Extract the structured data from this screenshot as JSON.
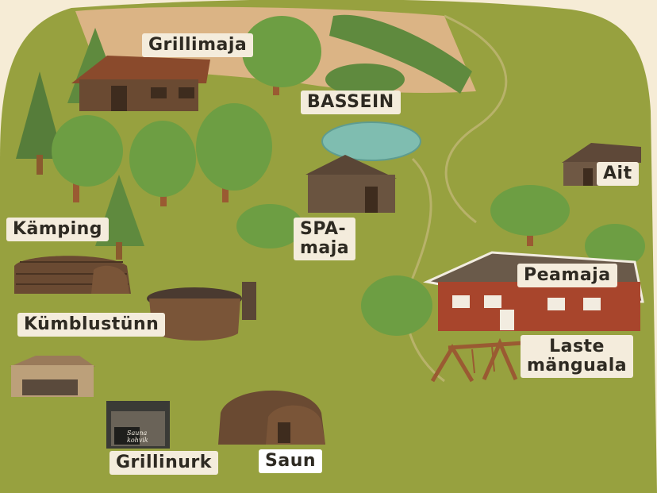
{
  "map": {
    "places": [
      {
        "id": "grillimaja",
        "label": "Grillimaja"
      },
      {
        "id": "bassein",
        "label": "BASSEIN"
      },
      {
        "id": "spa",
        "label_lines": [
          "SPA-",
          "maja"
        ]
      },
      {
        "id": "ait",
        "label": "Ait"
      },
      {
        "id": "kamping",
        "label": "Kämping"
      },
      {
        "id": "kumblustunn",
        "label": "Kümblustünn"
      },
      {
        "id": "peamaja",
        "label": "Peamaja"
      },
      {
        "id": "laste",
        "label_lines": [
          "Laste",
          "mänguala"
        ]
      },
      {
        "id": "grillinurk",
        "label": "Grillinurk"
      },
      {
        "id": "saun",
        "label": "Saun"
      }
    ],
    "sign_text": [
      "Sauna",
      "kohvik"
    ],
    "colors": {
      "grass": "#97a13f",
      "outer": "#f6ecd6",
      "sand": "#e6b792",
      "tree": "#6d9e43",
      "trunk": "#9a5a32",
      "wood_brown": "#6a4a32",
      "red_house": "#a8452c",
      "water": "#7fbdb0",
      "label_bg": "#f4ecdc"
    }
  }
}
